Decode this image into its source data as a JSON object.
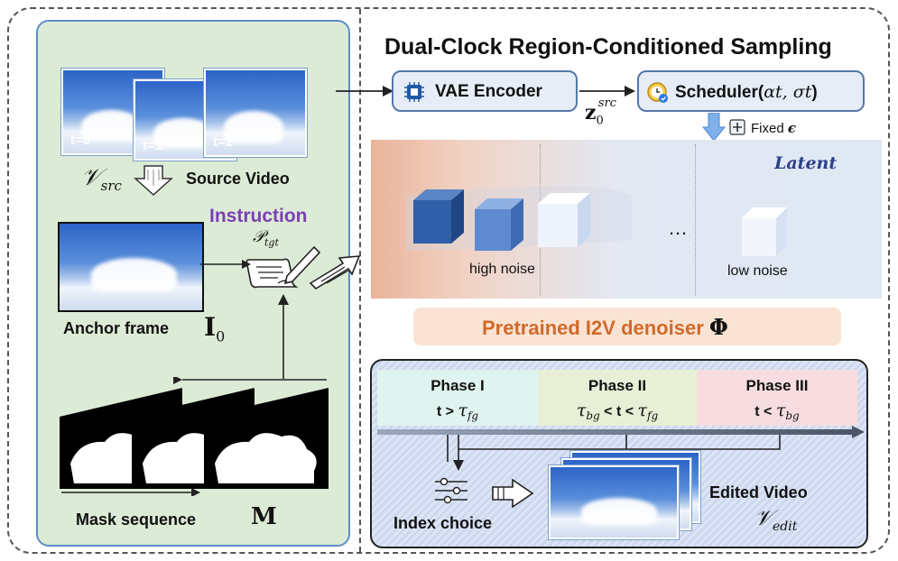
{
  "title": "Dual-Clock Region-Conditioned Sampling",
  "left": {
    "frames": [
      "t=0",
      "t=1",
      "t=2"
    ],
    "v_src_symbol": "𝒱",
    "v_src_sub": "src",
    "source_video_label": "Source Video",
    "instruction_label": "Instruction",
    "p_tgt_symbol": "𝒫",
    "p_tgt_sub": "tgt",
    "anchor_label": "Anchor frame",
    "anchor_symbol": "I",
    "anchor_sub": "0",
    "mask_label": "Mask sequence",
    "mask_symbol": "M"
  },
  "pipeline": {
    "vae_label": "VAE Encoder",
    "z_symbol": "z",
    "z_sub": "0",
    "z_sup": "src",
    "scheduler_label": "Scheduler(",
    "scheduler_args": "αt, σt",
    "scheduler_close": ")",
    "fixed_label": "Fixed",
    "fixed_symbol": "ϵ"
  },
  "latent": {
    "label": "Latent",
    "high_noise": "high noise",
    "low_noise": "low noise",
    "ellipsis": "…"
  },
  "denoiser": {
    "label": "Pretrained I2V denoiser",
    "symbol": "Φ"
  },
  "phases": [
    {
      "name": "Phase I",
      "cond_text": "t > ",
      "tau": "τ",
      "tau_sub": "fg",
      "pre": "",
      "pre_sub": ""
    },
    {
      "name": "Phase II",
      "cond_text": " < t < ",
      "tau": "τ",
      "tau_sub": "fg",
      "pre": "τ",
      "pre_sub": "bg"
    },
    {
      "name": "Phase III",
      "cond_text": "t < ",
      "tau": "τ",
      "tau_sub": "bg",
      "pre": "",
      "pre_sub": ""
    }
  ],
  "output": {
    "index_label": "Index choice",
    "edited_label": "Edited Video",
    "v_edit_symbol": "𝒱",
    "v_edit_sub": "edit"
  },
  "colors": {
    "title": "#111111",
    "instruction": "#7b3fb5",
    "denoiser_text": "#d06a2a",
    "latent_text": "#2c3f8a",
    "phase1_bg": "#dff3ef",
    "phase2_bg": "#e7f0d6",
    "phase3_bg": "#f7dde0"
  },
  "icons": [
    "chip-icon",
    "clock-icon",
    "plus-icon",
    "down-arrow-icon",
    "pen-paper-icon",
    "sliders-icon",
    "hand-arrow-icon"
  ]
}
